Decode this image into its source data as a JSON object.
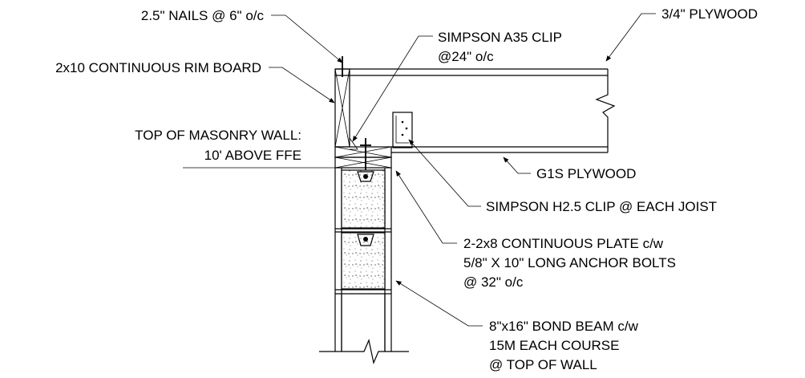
{
  "labels": {
    "nails": "2.5\" NAILS @ 6\" o/c",
    "plywood_top": "3/4\" PLYWOOD",
    "a35_line1": "SIMPSON A35 CLIP",
    "a35_line2": "@24\" o/c",
    "rim_board": "2x10 CONTINUOUS RIM BOARD",
    "masonry_line1": "TOP OF MASONRY WALL:",
    "masonry_line2": "10' ABOVE FFE",
    "g1s": "G1S PLYWOOD",
    "h25": "SIMPSON H2.5 CLIP @ EACH JOIST",
    "plate_line1": "2-2x8 CONTINUOUS PLATE c/w",
    "plate_line2": "5/8\" X 10\" LONG ANCHOR BOLTS",
    "plate_line3": "@ 32\" o/c",
    "bond_line1": "8\"x16\" BOND BEAM c/w",
    "bond_line2": "15M EACH COURSE",
    "bond_line3": "@ TOP OF WALL"
  }
}
